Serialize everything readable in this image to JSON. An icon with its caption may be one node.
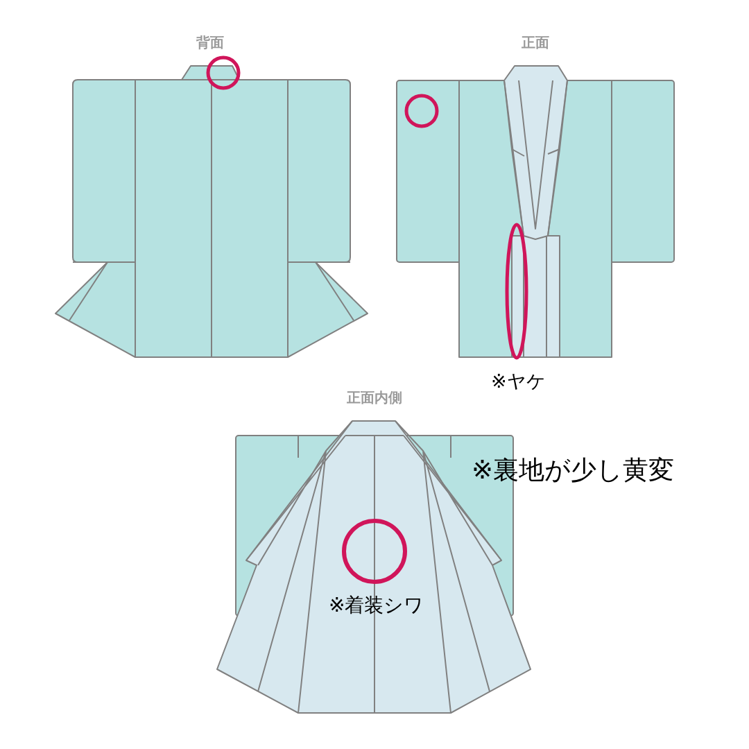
{
  "diagram": {
    "nodes": [
      {
        "text": [],
        "shape": "circle"
      },
      {
        "text": [],
        "shape": "circle"
      },
      {
        "text": [],
        "shape": "ellipse"
      },
      {
        "text": [],
        "shape": "circle"
      }
    ],
    "labels": [
      "背面",
      "正面",
      "※ヤケ",
      "正面内側",
      "※裏地が少し黄変",
      "※着装シワ"
    ]
  }
}
